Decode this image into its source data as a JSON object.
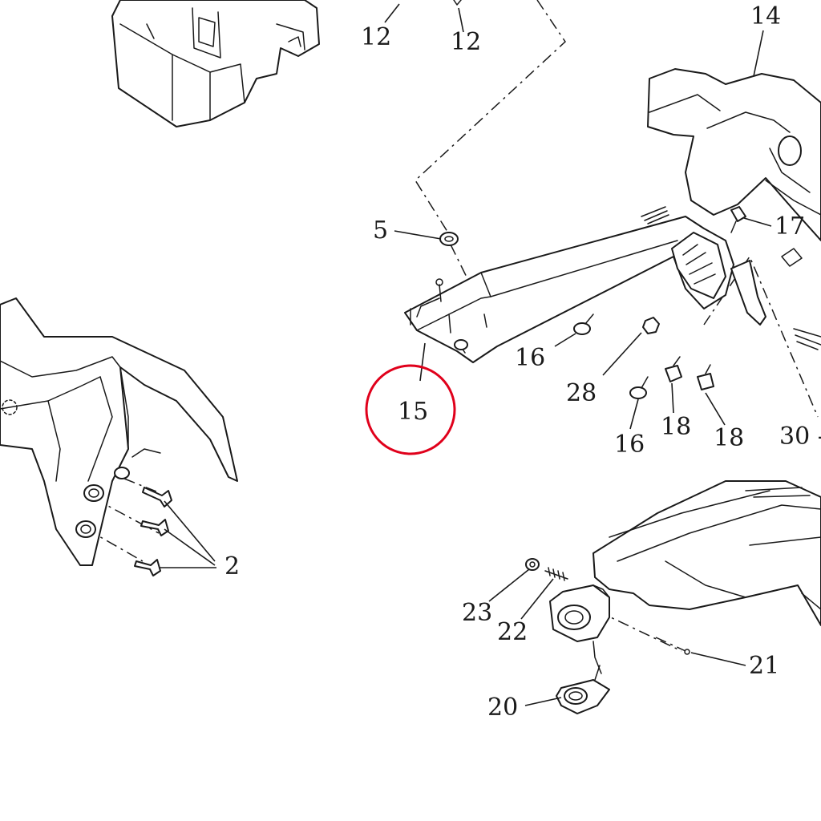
{
  "diagram": {
    "callouts": {
      "c12a": "12",
      "c12b": "12",
      "c14": "14",
      "c5": "5",
      "c17": "17",
      "c16a": "16",
      "c28": "28",
      "c15": "15",
      "c16b": "16",
      "c18a": "18",
      "c18b": "18",
      "c30": "30 -",
      "c2": "2",
      "c23": "23",
      "c22": "22",
      "c21": "21",
      "c20": "20"
    },
    "highlight": {
      "target": "15",
      "color": "#e0001b"
    },
    "colors": {
      "ink": "#1a1a1a",
      "background": "#ffffff"
    }
  }
}
